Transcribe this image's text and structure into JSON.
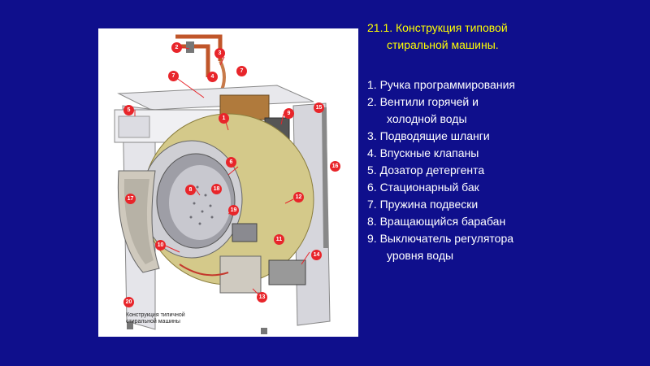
{
  "title": {
    "line1": "21.1. Конструкция типовой",
    "line2": "стиральной машины."
  },
  "legend": [
    {
      "line1": "1. Ручка программирования",
      "line2": ""
    },
    {
      "line1": "2. Вентили горячей и",
      "line2": "холодной воды"
    },
    {
      "line1": "3. Подводящие шланги",
      "line2": ""
    },
    {
      "line1": "4. Впускные клапаны",
      "line2": ""
    },
    {
      "line1": "5. Дозатор детергента",
      "line2": ""
    },
    {
      "line1": "6. Стационарный бак",
      "line2": ""
    },
    {
      "line1": "7. Пружина подвески",
      "line2": ""
    },
    {
      "line1": "8. Вращающийся барабан",
      "line2": ""
    },
    {
      "line1": "9. Выключатель регулятора",
      "line2": "уровня воды"
    }
  ],
  "figure": {
    "caption_line1": "Конструкция типичной",
    "caption_line2": "стиральной машины",
    "callouts": [
      "2",
      "3",
      "7",
      "4",
      "7",
      "5",
      "1",
      "9",
      "15",
      "6",
      "16",
      "8",
      "18",
      "17",
      "12",
      "19",
      "11",
      "10",
      "14",
      "13",
      "20"
    ]
  },
  "colors": {
    "background": "#0f0f8c",
    "title": "#ffff00",
    "text": "#ffffff",
    "callout": "#e8252a"
  }
}
